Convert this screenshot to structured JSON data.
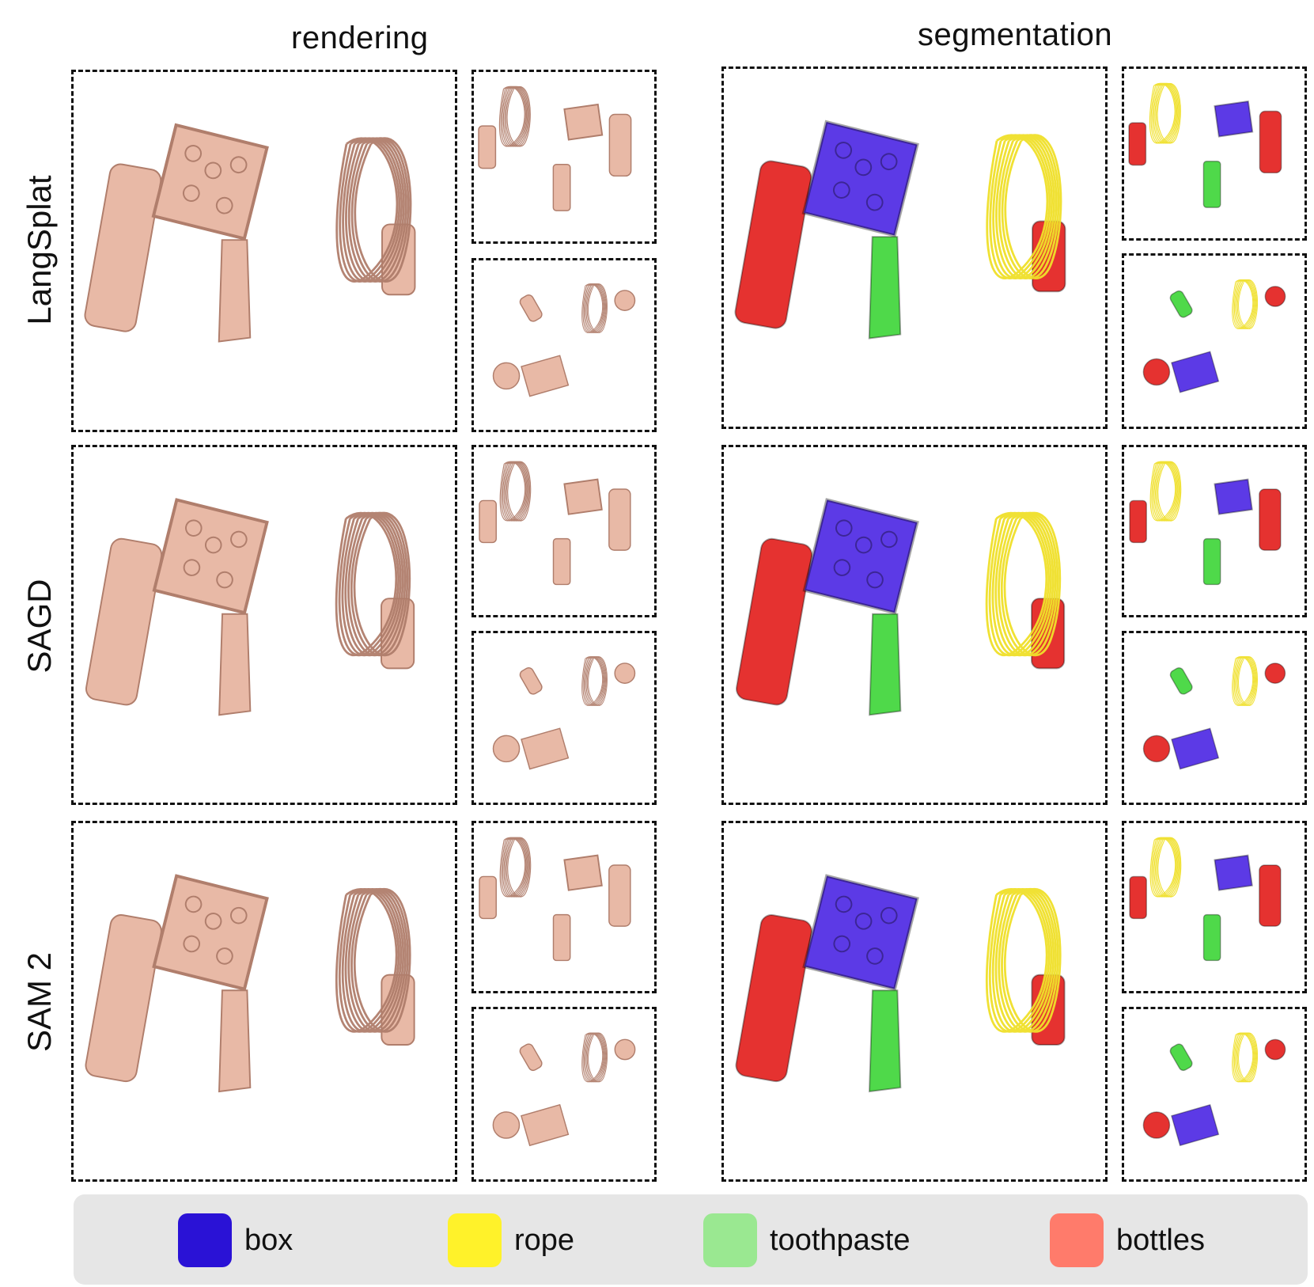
{
  "columns": [
    "rendering",
    "segmentation"
  ],
  "rows": [
    "LangSplat",
    "SAGD",
    "SAM 2"
  ],
  "legend": [
    {
      "label": "box",
      "color": "#2a12d6"
    },
    {
      "label": "rope",
      "color": "#fff22a"
    },
    {
      "label": "toothpaste",
      "color": "#9ae891"
    },
    {
      "label": "bottles",
      "color": "#ff7b6b"
    }
  ],
  "colors": {
    "render_object": "#e8b9a6",
    "render_edge": "#b07e6c",
    "seg_box": "#5c3ae6",
    "seg_rope": "#f0e02a",
    "seg_toothpaste": "#4fd94a",
    "seg_bottles": "#e53230"
  }
}
